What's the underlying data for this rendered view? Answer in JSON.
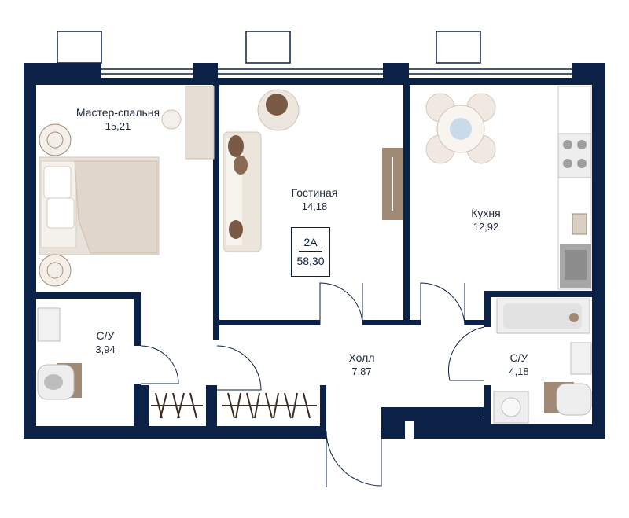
{
  "apartment": {
    "type": "2А",
    "area": "58,30"
  },
  "rooms": [
    {
      "id": "master-bedroom",
      "name": "Мастер-спальня",
      "area": "15,21"
    },
    {
      "id": "living-room",
      "name": "Гостиная",
      "area": "14,18"
    },
    {
      "id": "kitchen",
      "name": "Кухня",
      "area": "12,92"
    },
    {
      "id": "bathroom-left",
      "name": "С/У",
      "area": "3,94"
    },
    {
      "id": "hall",
      "name": "Холл",
      "area": "7,87"
    },
    {
      "id": "bathroom-right",
      "name": "С/У",
      "area": "4,18"
    }
  ],
  "colors": {
    "wall": "#0b2145",
    "furniture": "#e8e1d8",
    "accent": "#a08a76",
    "text": "#1f2a3a"
  }
}
